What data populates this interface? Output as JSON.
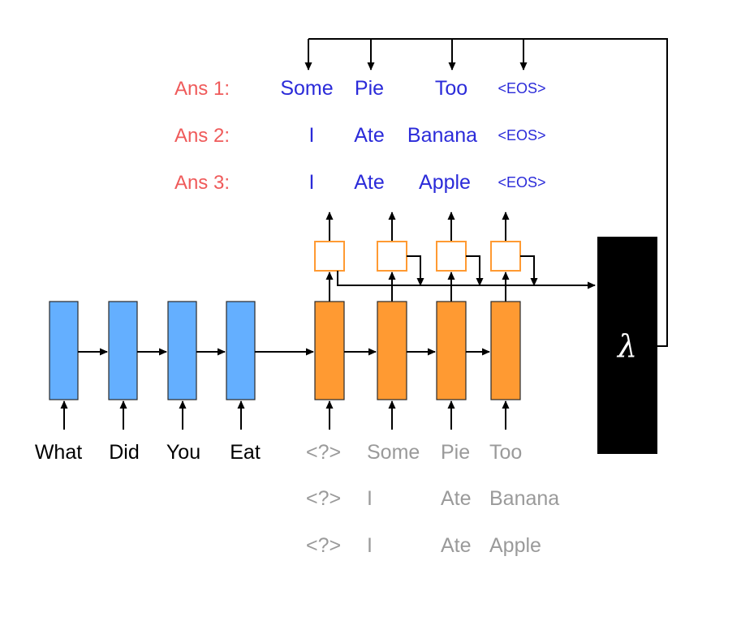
{
  "answers": {
    "labels": [
      "Ans 1:",
      "Ans 2:",
      "Ans 3:"
    ],
    "rows": [
      [
        "Some",
        "Pie",
        "Too",
        "<EOS>"
      ],
      [
        "I",
        "Ate",
        "Banana",
        "<EOS>"
      ],
      [
        "I",
        "Ate",
        "Apple",
        "<EOS>"
      ]
    ]
  },
  "encoder_inputs": [
    "What",
    "Did",
    "You",
    "Eat"
  ],
  "decoder_inputs": [
    [
      "<?>",
      "Some",
      "Pie",
      "Too"
    ],
    [
      "<?>",
      "I",
      "Ate",
      "Banana"
    ],
    [
      "<?>",
      "I",
      "Ate",
      "Apple"
    ]
  ],
  "lambda_symbol": "λ",
  "colors": {
    "encoder": "#64afff",
    "decoder": "#ff9a32",
    "answer_label": "#ef5a5a",
    "output_word": "#2b2bd9",
    "decoder_input": "#9a9a9a",
    "lambda_box": "#000000"
  }
}
